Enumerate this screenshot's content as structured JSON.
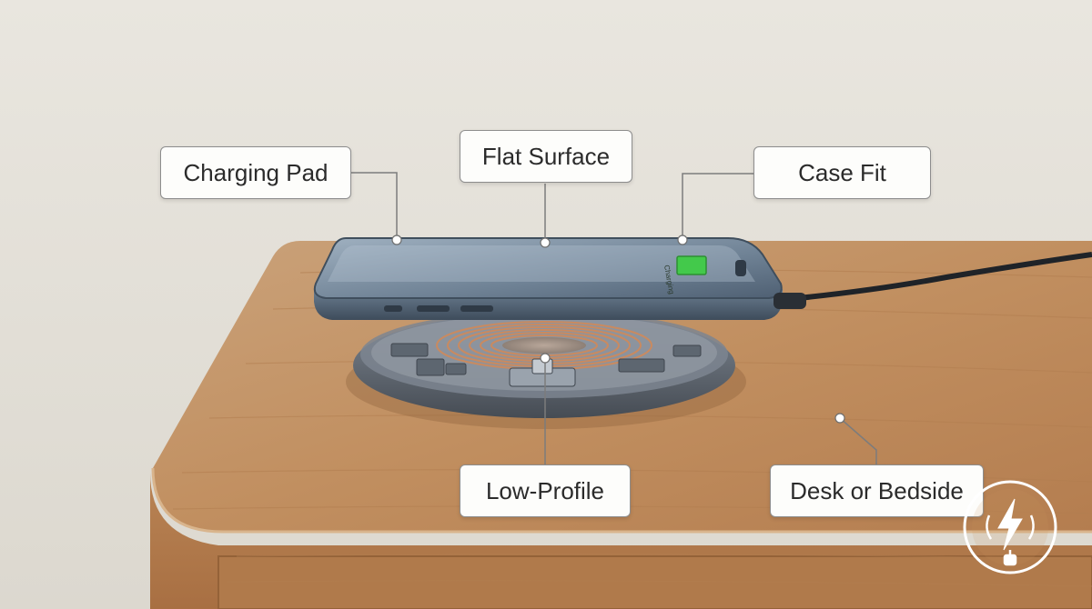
{
  "callouts": {
    "charging_pad": "Charging Pad",
    "flat_surface": "Flat Surface",
    "case_fit": "Case Fit",
    "low_profile": "Low-Profile",
    "desk_or_bedside": "Desk or Bedside"
  },
  "phone_screen_text": "Charging",
  "colors": {
    "background": "#e6e3dc",
    "wood": "#c9925f",
    "phone_frame": "#5b7085",
    "coil": "#c98a60",
    "battery": "#43c94b"
  },
  "icons": [
    "lightning-bolt-icon",
    "usb-plug-icon"
  ]
}
